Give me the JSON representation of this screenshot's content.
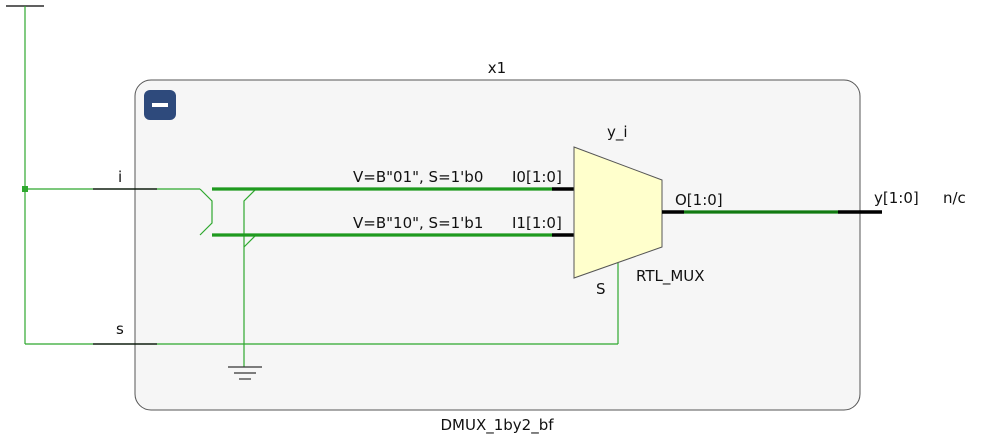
{
  "instance": {
    "name": "x1",
    "module": "DMUX_1by2_bf",
    "collapse_symbol": "−"
  },
  "ports": {
    "in_i": "i",
    "in_s": "s",
    "out_y": "y[1:0]",
    "out_note": "n/c"
  },
  "mux": {
    "instance_name": "y_i",
    "cell_type": "RTL_MUX",
    "in0_pin": "I0[1:0]",
    "in1_pin": "I1[1:0]",
    "sel_pin": "S",
    "out_pin": "O[1:0]",
    "in0_condition": "V=B\"01\", S=1'b0",
    "in1_condition": "V=B\"10\", S=1'b1"
  },
  "colors": {
    "wire": "#2ea82e",
    "bus": "#1f9a1f",
    "output_bus": "#117a11",
    "mux_fill": "#ffffcc",
    "box_fill": "#f6f6f6",
    "button": "#2e4a7c"
  }
}
